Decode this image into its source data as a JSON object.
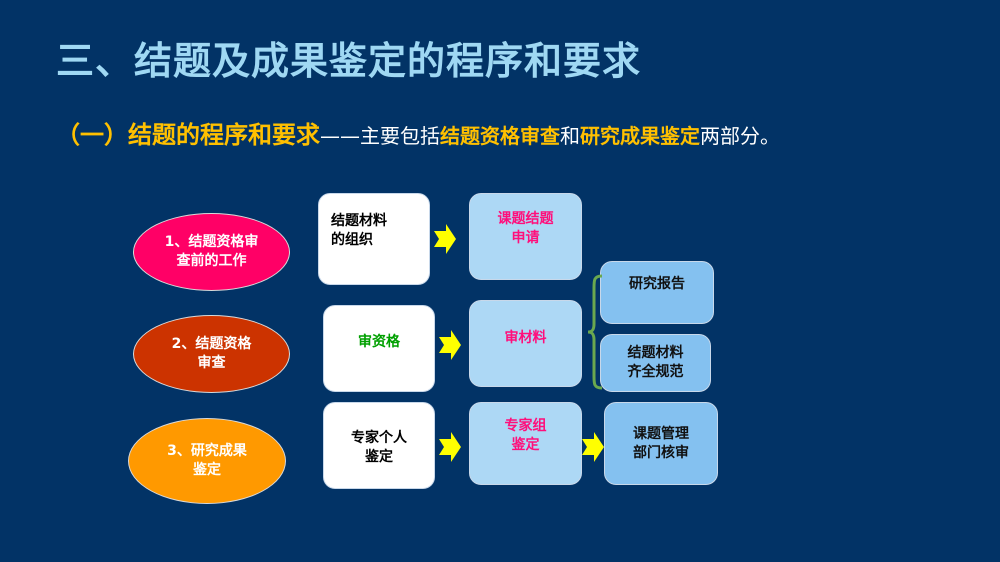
{
  "title": "三、结题及成果鉴定的程序和要求",
  "subtitle": {
    "heading": "（一）结题的程序和要求",
    "dash": "——",
    "t1": "主要包括",
    "h1": "结题资格审查",
    "t2": "和",
    "h2": "研究成果鉴定",
    "t3": "两部分。"
  },
  "stages": [
    {
      "label": "1、结题资格审\n查前的工作",
      "color": "#ff0066",
      "step": "结题材料\n的组织",
      "result": "课题结题\n申请"
    },
    {
      "label": "2、结题资格\n审查",
      "color": "#cc3300",
      "step": "审资格",
      "result": "审材料",
      "details": [
        "研究报告",
        "结题材料\n齐全规范"
      ]
    },
    {
      "label": "3、研究成果\n鉴定",
      "color": "#ff9900",
      "step": "专家个人\n鉴定",
      "result": "专家组\n鉴定",
      "next": "课题管理\n部门核审"
    }
  ],
  "colors": {
    "step2_text": "#00a000",
    "result_text": "#ff0f7b",
    "arrow": "#ffff00",
    "brace": "#6aa84f"
  }
}
